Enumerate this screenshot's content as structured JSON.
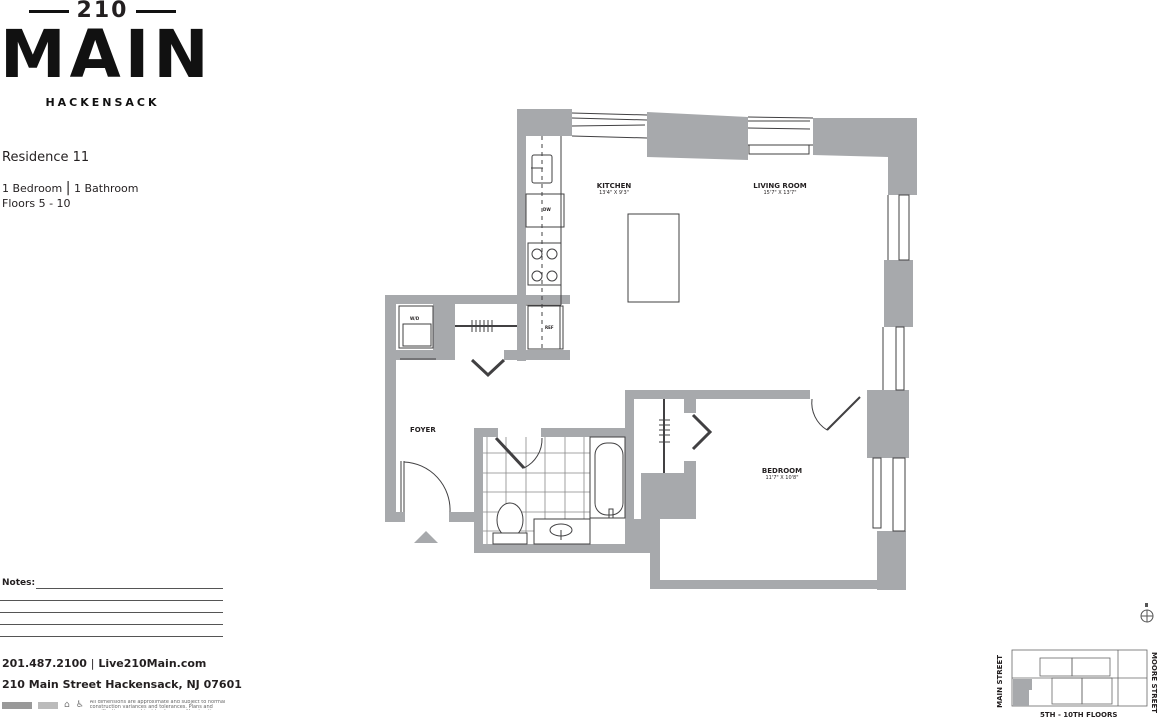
{
  "brand": {
    "number": "210",
    "name": "MAIN",
    "location": "HACKENSACK"
  },
  "residence": {
    "title": "Residence 11",
    "bedrooms": "1 Bedroom",
    "separator": "|",
    "bathrooms": "1 Bathroom",
    "floors": "Floors 5 - 10"
  },
  "notes": {
    "label": "Notes:",
    "line_count": 5
  },
  "contact": {
    "phone": "201.487.2100",
    "separator": "|",
    "website": "Live210Main.com",
    "address": "210 Main Street Hackensack, NJ 07601"
  },
  "legal": {
    "icons": [
      "developer-logo-icon",
      "realtor-logo-icon",
      "equal-housing-icon",
      "accessibility-icon"
    ],
    "disclaimer": "All dimensions are approximate and subject to normal construction variances and tolerances. Plans and specifications are subject to change without notice."
  },
  "floorplan": {
    "wall_color": "#a7a9ac",
    "line_color": "#414042",
    "rooms": [
      {
        "name": "KITCHEN",
        "dimensions": "13'4\" X 9'3\""
      },
      {
        "name": "LIVING ROOM",
        "dimensions": "15'7\" X 13'7\""
      },
      {
        "name": "BEDROOM",
        "dimensions": "11'7\" X 10'8\""
      },
      {
        "name": "FOYER",
        "dimensions": ""
      }
    ],
    "appliances": {
      "dishwasher": "DW",
      "refrigerator": "REF",
      "washer_dryer": "W/D"
    }
  },
  "keyplan": {
    "floors_label": "5TH - 10TH FLOORS",
    "street_left": "MAIN STREET",
    "street_right": "MOORE STREET",
    "highlight_color": "#a7a9ac",
    "compass": "north-arrow"
  }
}
